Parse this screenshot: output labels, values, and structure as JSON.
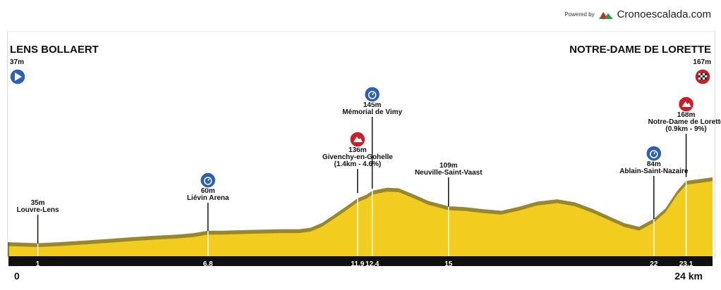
{
  "brand": {
    "powered_by": "Powered by",
    "name": "Cronoescalada.com"
  },
  "start": {
    "name": "LENS BOLLAERT",
    "elevation": "37m",
    "km": "0"
  },
  "finish": {
    "name": "NOTRE-DAME DE LORETTE",
    "elevation": "167m",
    "km": "24 km"
  },
  "colors": {
    "fill": "#f2cc1e",
    "slope": "#8a7a2e",
    "bar": "#111111",
    "marker": "#ffffff",
    "timecheck": "#2e5fb0",
    "climb": "#c8202a"
  },
  "chart_data": {
    "type": "area",
    "title": "",
    "xlabel": "",
    "ylabel": "",
    "xlim": [
      0,
      24
    ],
    "ylim": [
      0,
      200
    ],
    "profile": [
      [
        0,
        37
      ],
      [
        0.5,
        36
      ],
      [
        1,
        35
      ],
      [
        1.7,
        37
      ],
      [
        2.5,
        40
      ],
      [
        3.3,
        43
      ],
      [
        4.2,
        47
      ],
      [
        5,
        50
      ],
      [
        5.7,
        52
      ],
      [
        6.3,
        55
      ],
      [
        6.8,
        60
      ],
      [
        7.3,
        60
      ],
      [
        7.8,
        61
      ],
      [
        8.5,
        62
      ],
      [
        9.3,
        63
      ],
      [
        9.9,
        63
      ],
      [
        10.3,
        66
      ],
      [
        10.7,
        76
      ],
      [
        11.1,
        92
      ],
      [
        11.5,
        108
      ],
      [
        11.9,
        125
      ],
      [
        12.2,
        132
      ],
      [
        12.4,
        140
      ],
      [
        12.9,
        146
      ],
      [
        13.3,
        145
      ],
      [
        13.8,
        133
      ],
      [
        14.3,
        120
      ],
      [
        15,
        109
      ],
      [
        15.6,
        107
      ],
      [
        16.2,
        103
      ],
      [
        16.8,
        100
      ],
      [
        17.4,
        108
      ],
      [
        18,
        118
      ],
      [
        18.7,
        123
      ],
      [
        19.3,
        117
      ],
      [
        19.9,
        104
      ],
      [
        20.5,
        88
      ],
      [
        21,
        75
      ],
      [
        21.5,
        68
      ],
      [
        22,
        84
      ],
      [
        22.4,
        105
      ],
      [
        22.8,
        140
      ],
      [
        23.1,
        160
      ],
      [
        23.5,
        163
      ],
      [
        24,
        167
      ]
    ],
    "markers": [
      {
        "km": 1,
        "km_label": "1",
        "elevation": 35,
        "name": "Louvre-Lens",
        "elevation_label": "35m",
        "icon": ""
      },
      {
        "km": 6.8,
        "km_label": "6.8",
        "elevation": 60,
        "name": "Liévin Arena",
        "elevation_label": "60m",
        "icon": "timecheck"
      },
      {
        "km": 11.9,
        "km_label": "11.9",
        "elevation": 136,
        "name": "Givenchy-en-Gohelle",
        "detail": "(1.4km - 4.6%)",
        "elevation_label": "136m",
        "icon": "climb"
      },
      {
        "km": 12.4,
        "km_label": "12.4",
        "elevation": 145,
        "name": "Mémorial de Vimy",
        "elevation_label": "145m",
        "icon": "timecheck"
      },
      {
        "km": 15,
        "km_label": "15",
        "elevation": 109,
        "name": "Neuville-Saint-Vaast",
        "elevation_label": "109m",
        "icon": ""
      },
      {
        "km": 22,
        "km_label": "22",
        "elevation": 84,
        "name": "Ablain-Saint-Nazaire",
        "elevation_label": "84m",
        "icon": "timecheck"
      },
      {
        "km": 23.1,
        "km_label": "23.1",
        "elevation": 168,
        "name": "Notre-Dame de Lorette",
        "detail": "(0.9km - 9%)",
        "elevation_label": "168m",
        "icon": "climb"
      }
    ]
  }
}
